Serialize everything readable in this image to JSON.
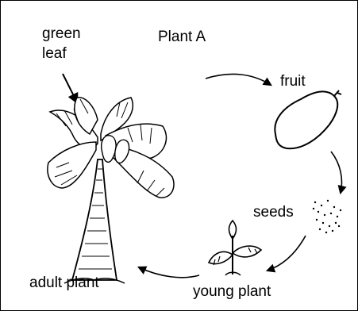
{
  "title": "Plant A",
  "labels": {
    "green_leaf_line1": "green",
    "green_leaf_line2": "leaf",
    "fruit": "fruit",
    "seeds": "seeds",
    "young_plant": "young plant",
    "adult_plant": "adult plant"
  },
  "colors": {
    "ink": "#000000",
    "background": "#ffffff"
  }
}
